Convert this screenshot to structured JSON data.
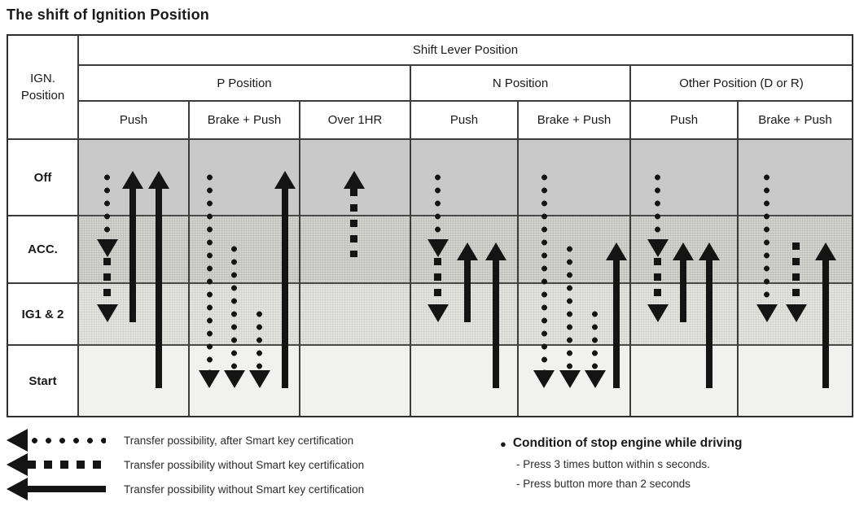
{
  "title": "The shift of Ignition Position",
  "table": {
    "corner_line1": "IGN.",
    "corner_line2": "Position",
    "top_header": "Shift Lever Position",
    "groups": [
      {
        "label": "P Position",
        "subcolumns": [
          "Push",
          "Brake + Push",
          "Over 1HR"
        ]
      },
      {
        "label": "N Position",
        "subcolumns": [
          "Push",
          "Brake + Push"
        ]
      },
      {
        "label": "Other Position (D or R)",
        "subcolumns": [
          "Push",
          "Brake + Push"
        ]
      }
    ],
    "row_labels": [
      "Off",
      "ACC.",
      "IG1 & 2",
      "Start"
    ]
  },
  "arrows": [
    {
      "group": "P Position",
      "sub": "Push",
      "items": [
        {
          "style": "dotted",
          "dir": "down",
          "from": "Off",
          "to": "ACC.",
          "x": 0.26
        },
        {
          "style": "dashed",
          "dir": "down",
          "from": "ACC.",
          "to": "IG1 & 2",
          "x": 0.26
        },
        {
          "style": "solid",
          "dir": "up",
          "from": "IG1 & 2",
          "to": "Off",
          "x": 0.49
        },
        {
          "style": "solid",
          "dir": "up",
          "from": "Start",
          "to": "Off",
          "x": 0.73
        }
      ]
    },
    {
      "group": "P Position",
      "sub": "Brake + Push",
      "items": [
        {
          "style": "dotted",
          "dir": "down",
          "from": "Off",
          "to": "Start",
          "x": 0.18
        },
        {
          "style": "dotted",
          "dir": "down",
          "from": "ACC.",
          "to": "Start",
          "x": 0.41
        },
        {
          "style": "dotted",
          "dir": "down",
          "from": "IG1 & 2",
          "to": "Start",
          "x": 0.64
        },
        {
          "style": "solid",
          "dir": "up",
          "from": "Start",
          "to": "Off",
          "x": 0.87
        }
      ]
    },
    {
      "group": "P Position",
      "sub": "Over 1HR",
      "items": [
        {
          "style": "dashed",
          "dir": "up",
          "from": "ACC.",
          "to": "Off",
          "x": 0.49
        }
      ]
    },
    {
      "group": "N Position",
      "sub": "Push",
      "items": [
        {
          "style": "dotted",
          "dir": "down",
          "from": "Off",
          "to": "ACC.",
          "x": 0.25
        },
        {
          "style": "dashed",
          "dir": "down",
          "from": "ACC.",
          "to": "IG1 & 2",
          "x": 0.25
        },
        {
          "style": "solid",
          "dir": "up",
          "from": "IG1 & 2",
          "to": "ACC.",
          "x": 0.53
        },
        {
          "style": "solid",
          "dir": "up",
          "from": "Start",
          "to": "ACC.",
          "x": 0.8
        }
      ]
    },
    {
      "group": "N Position",
      "sub": "Brake + Push",
      "items": [
        {
          "style": "dotted",
          "dir": "down",
          "from": "Off",
          "to": "Start",
          "x": 0.23
        },
        {
          "style": "dotted",
          "dir": "down",
          "from": "ACC.",
          "to": "Start",
          "x": 0.46
        },
        {
          "style": "dotted",
          "dir": "down",
          "from": "IG1 & 2",
          "to": "Start",
          "x": 0.69
        },
        {
          "style": "solid",
          "dir": "up",
          "from": "Start",
          "to": "ACC.",
          "x": 0.88
        }
      ]
    },
    {
      "group": "Other Position (D or R)",
      "sub": "Push",
      "items": [
        {
          "style": "dotted",
          "dir": "down",
          "from": "Off",
          "to": "ACC.",
          "x": 0.25
        },
        {
          "style": "dashed",
          "dir": "down",
          "from": "ACC.",
          "to": "IG1 & 2",
          "x": 0.25
        },
        {
          "style": "solid",
          "dir": "up",
          "from": "IG1 & 2",
          "to": "ACC.",
          "x": 0.49
        },
        {
          "style": "solid",
          "dir": "up",
          "from": "Start",
          "to": "ACC.",
          "x": 0.74
        }
      ]
    },
    {
      "group": "Other Position (D or R)",
      "sub": "Brake + Push",
      "items": [
        {
          "style": "dotted",
          "dir": "down",
          "from": "Off",
          "to": "IG1 & 2",
          "x": 0.25
        },
        {
          "style": "dashed",
          "dir": "down",
          "from": "ACC.",
          "to": "IG1 & 2",
          "x": 0.51
        },
        {
          "style": "solid",
          "dir": "up",
          "from": "Start",
          "to": "ACC.",
          "x": 0.77
        }
      ]
    }
  ],
  "legend": [
    {
      "line_style": "dotted",
      "label": "Transfer possibility, after Smart key certification"
    },
    {
      "line_style": "dashed",
      "label": "Transfer possibility without Smart key certification"
    },
    {
      "line_style": "solid",
      "label": "Transfer possibility without Smart key certification"
    }
  ],
  "condition": {
    "bullet": "●",
    "title": "Condition of stop engine while driving",
    "items": [
      "- Press 3 times button within s seconds.",
      "- Press button more than 2 seconds"
    ]
  },
  "colors": {
    "ink": "#141414",
    "grid_line": "#3c3c3c",
    "row_off": "#c9c9c9",
    "row_acc": "#d3d3cf",
    "row_ig1_2": "#e3e3df",
    "row_start": "#f1f1ef"
  }
}
